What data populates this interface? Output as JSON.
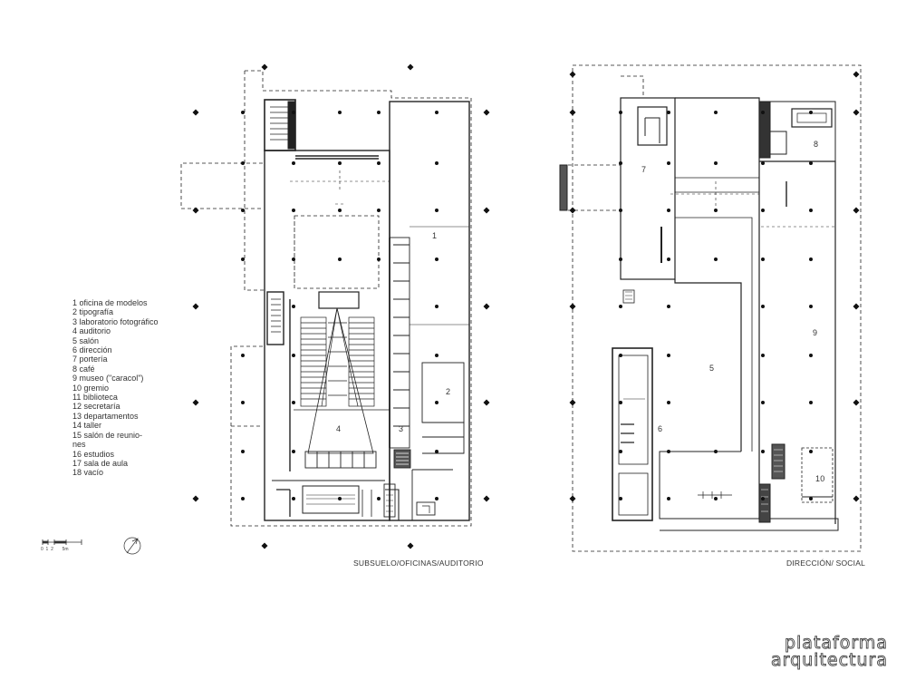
{
  "legend": [
    "1 oficina de modelos",
    "2 tipografía",
    "3 laboratorio fotográfico",
    "4 auditorio",
    "5 salón",
    "6 dirección",
    "7 portería",
    "8 café",
    "9 museo (\"caracol\")",
    "10 gremio",
    "11 biblioteca",
    "12 secretaría",
    "13 departamentos",
    "14 taller",
    "15 salón de reunio-",
    "nes",
    "16 estudios",
    "17 sala de aula",
    "18 vacío"
  ],
  "plans": {
    "left_caption": "SUBSUELO/OFICINAS/AUDITORIO",
    "right_caption": "DIRECCIÓN/ SOCIAL",
    "left_labels": [
      "1",
      "2",
      "3",
      "4"
    ],
    "right_labels": [
      "7",
      "8",
      "9",
      "5",
      "6",
      "10"
    ]
  },
  "scale_bar": {
    "ticks": "0  1  2       5m"
  },
  "watermark": {
    "line1": "plataforma",
    "line2": "arquitectura"
  }
}
